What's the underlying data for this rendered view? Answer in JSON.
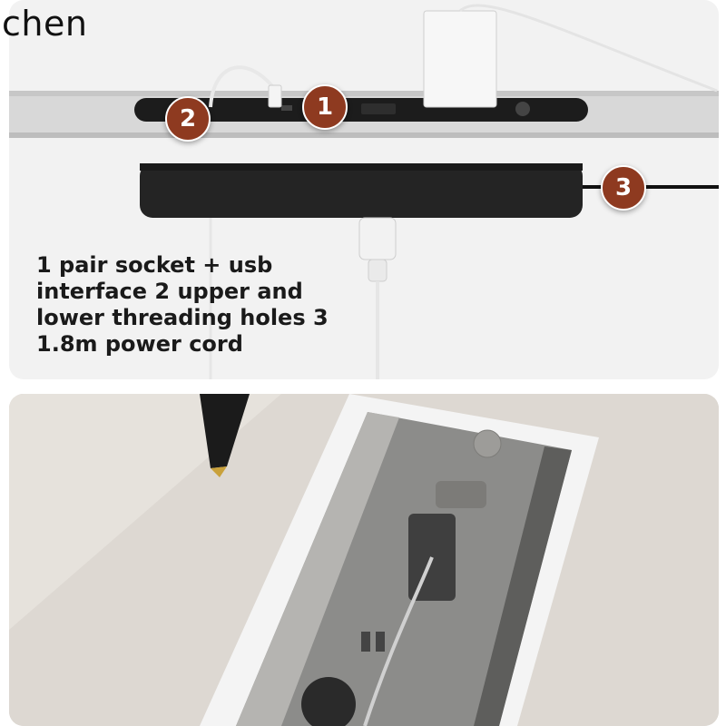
{
  "brand": "chen",
  "callouts": {
    "one": "1",
    "two": "2",
    "three": "3"
  },
  "caption": "1 pair socket + usb interface 2 upper and lower threading holes 3 1.8m power cord",
  "colors": {
    "callout": "#8e3a20",
    "desk": "#d9d9d9",
    "strip": "#222222"
  }
}
